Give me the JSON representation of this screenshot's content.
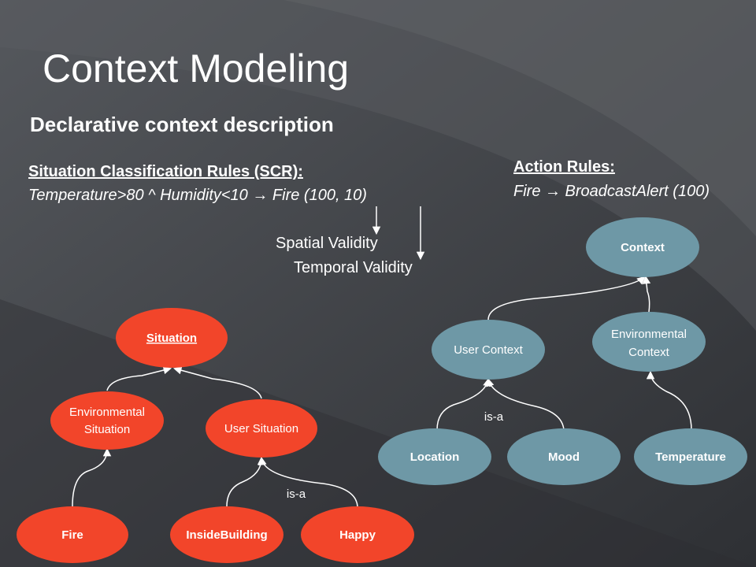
{
  "slide": {
    "title": "Context Modeling",
    "subtitle": "Declarative context description",
    "scr_heading": "Situation Classification Rules (SCR):",
    "scr_rule": "Temperature>80 ^ Humidity<10  → Fire (100, 10)",
    "action_heading": "Action Rules: ",
    "action_rule": "Fire  → BroadcastAlert (100)",
    "spatial_validity": "Spatial Validity",
    "temporal_validity": "Temporal Validity"
  },
  "situation_tree": {
    "color": "#f2452a",
    "root": "Situation",
    "environmental_situation": [
      "Environmental",
      "Situation"
    ],
    "user_situation": "User Situation",
    "fire": "Fire",
    "inside_building": "InsideBuilding",
    "happy": "Happy",
    "is_a_label": "is-a"
  },
  "context_tree": {
    "color": "#6e98a6",
    "root": "Context",
    "user_context": "User Context",
    "environmental_context": [
      "Environmental",
      "Context"
    ],
    "location": "Location",
    "mood": "Mood",
    "temperature": "Temperature",
    "is_a_label": "is-a"
  }
}
